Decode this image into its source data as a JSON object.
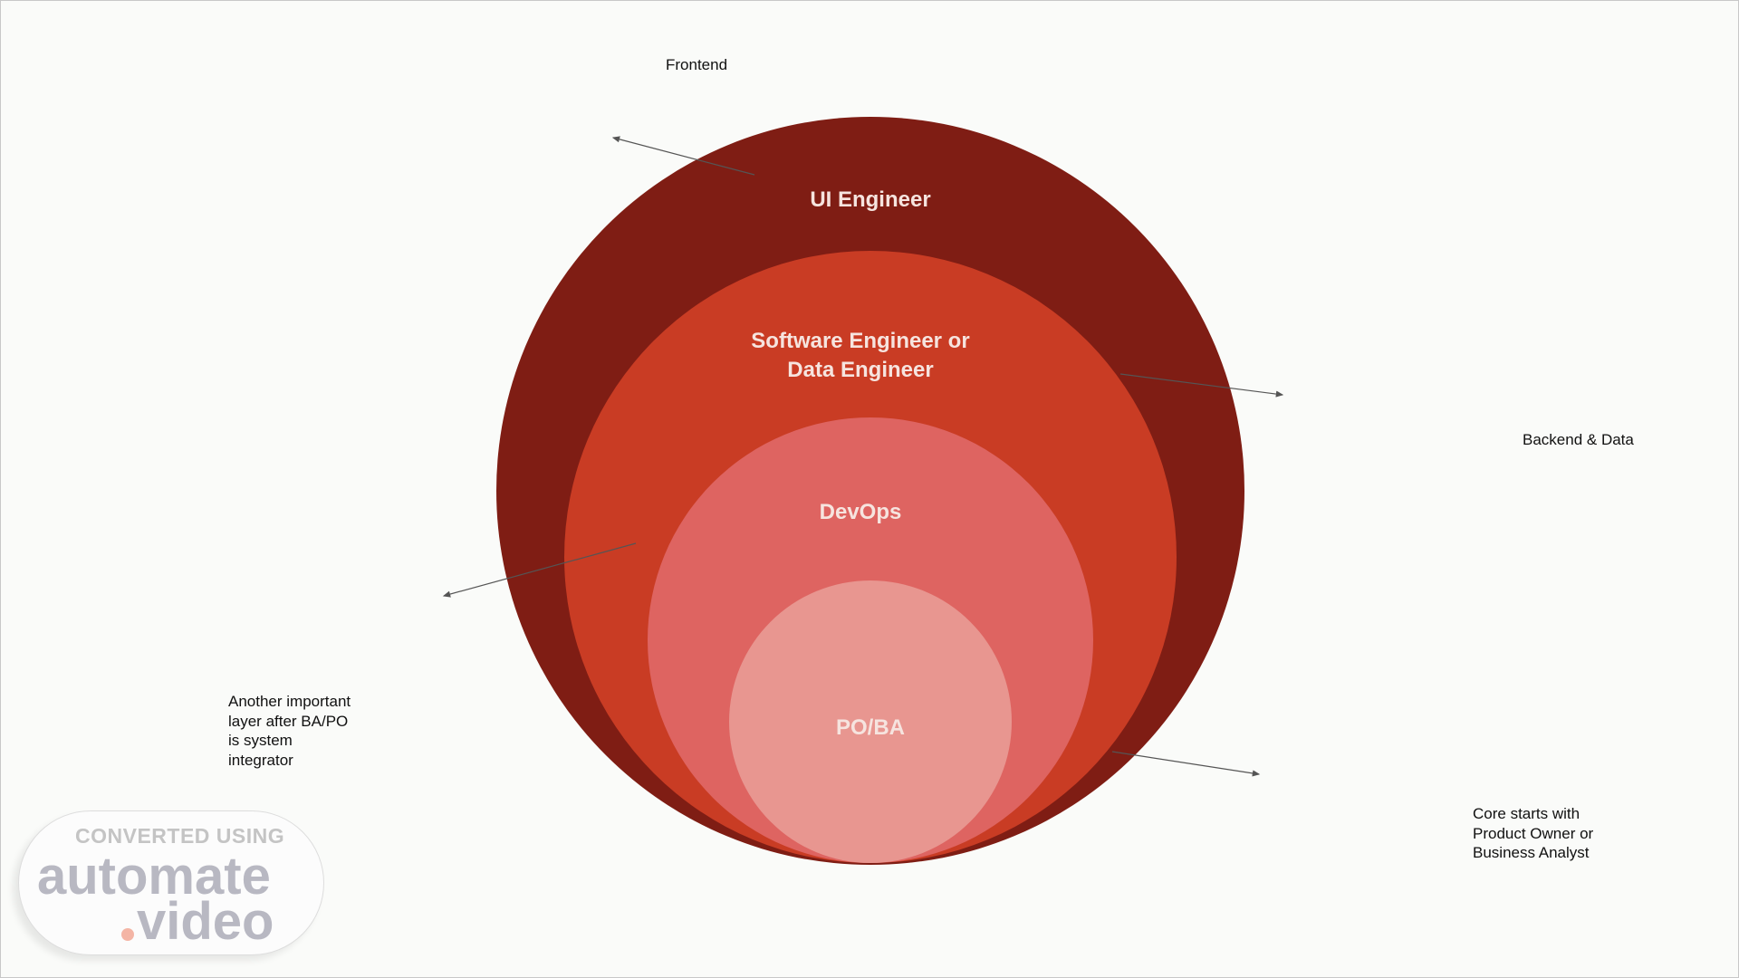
{
  "layers": [
    {
      "label_lines": [
        "UI Engineer"
      ],
      "color": "#7f1d14"
    },
    {
      "label_lines": [
        "Software Engineer or",
        "Data Engineer"
      ],
      "color": "#c93c24"
    },
    {
      "label_lines": [
        "DevOps"
      ],
      "color": "#de6461"
    },
    {
      "label_lines": [
        "PO/BA"
      ],
      "color": "#e89690"
    }
  ],
  "annotations": {
    "frontend": "Frontend",
    "backend": "Backend & Data",
    "integrator": [
      "Another important",
      "layer after BA/PO",
      "is system",
      "integrator"
    ],
    "core": [
      "Core starts with",
      "Product Owner or",
      "Business Analyst"
    ]
  },
  "watermark": {
    "line1": "CONVERTED USING",
    "line2": "automate",
    "line3": "video"
  }
}
